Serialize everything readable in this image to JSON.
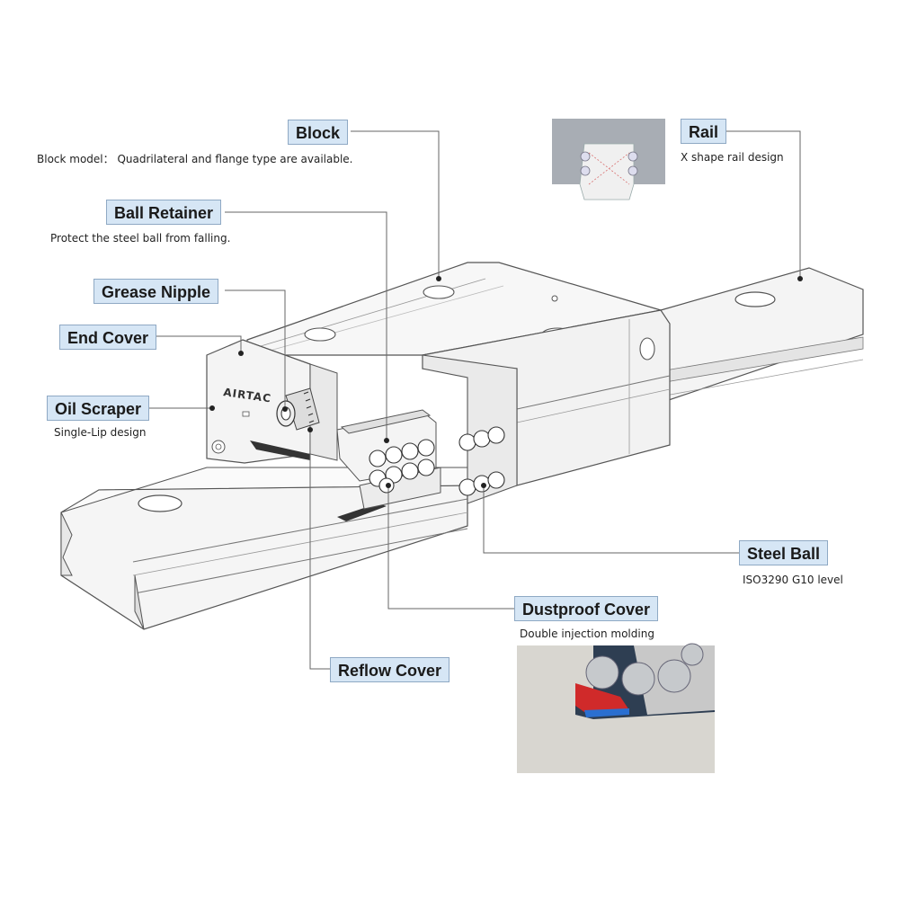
{
  "brand": "AIRTAC",
  "callouts": {
    "block": {
      "label": "Block",
      "note": "Block model： Quadrilateral and flange type are available."
    },
    "rail": {
      "label": "Rail",
      "note": "X shape rail design"
    },
    "ball_retainer": {
      "label": "Ball Retainer",
      "note": "Protect the steel ball from falling."
    },
    "grease_nipple": {
      "label": "Grease Nipple"
    },
    "end_cover": {
      "label": "End Cover"
    },
    "oil_scraper": {
      "label": "Oil Scraper",
      "note": "Single-Lip design"
    },
    "steel_ball": {
      "label": "Steel Ball",
      "note": "ISO3290 G10 level"
    },
    "dustproof_cover": {
      "label": "Dustproof Cover",
      "note": "Double injection molding"
    },
    "reflow_cover": {
      "label": "Reflow Cover"
    }
  }
}
